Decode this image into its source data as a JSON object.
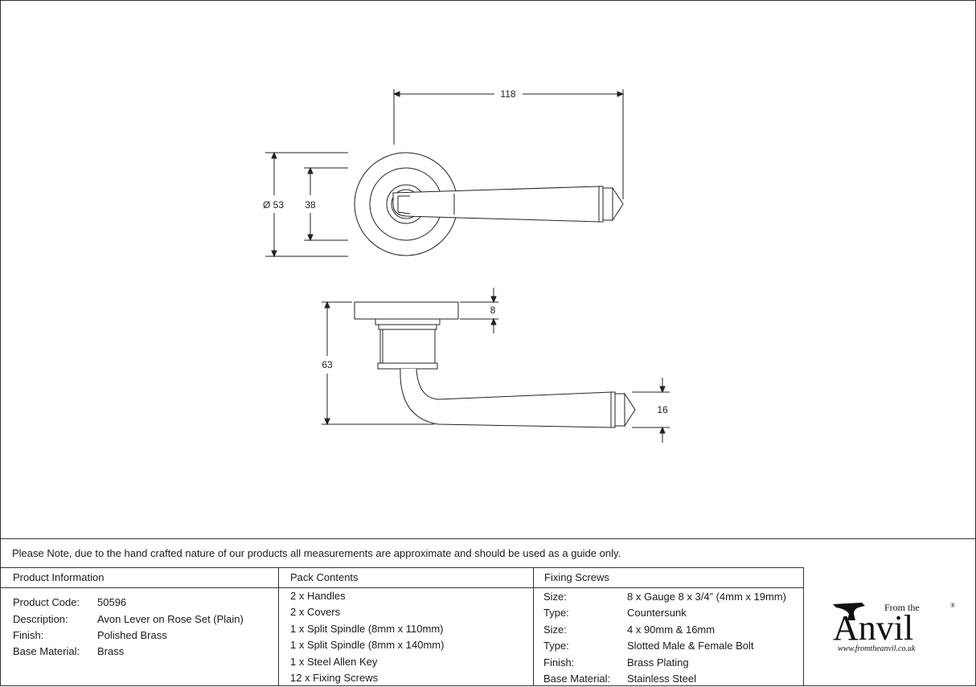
{
  "dimensions": {
    "width_total": "118",
    "rose_diameter": "Ø 53",
    "rose_inner": "38",
    "rose_thickness": "8",
    "projection": "63",
    "lever_thickness": "16"
  },
  "note": "Please Note, due to the hand crafted nature of our products all measurements are approximate and should be used as a guide only.",
  "product_information": {
    "title": "Product Information",
    "rows": [
      {
        "label": "Product Code:",
        "value": "50596"
      },
      {
        "label": "Description:",
        "value": "Avon Lever on Rose Set (Plain)"
      },
      {
        "label": "Finish:",
        "value": "Polished Brass"
      },
      {
        "label": "Base Material:",
        "value": "Brass"
      }
    ]
  },
  "pack_contents": {
    "title": "Pack Contents",
    "items": [
      "2 x Handles",
      "2 x Covers",
      "1 x Split Spindle (8mm x 110mm)",
      "1 x Split Spindle (8mm x 140mm)",
      "1 x Steel Allen Key",
      "12 x Fixing Screws"
    ]
  },
  "fixing_screws": {
    "title": "Fixing Screws",
    "rows": [
      {
        "label": "Size:",
        "value": "8 x Gauge 8 x 3/4” (4mm x 19mm)"
      },
      {
        "label": "Type:",
        "value": "Countersunk"
      },
      {
        "label": "Size:",
        "value": "4 x 90mm & 16mm"
      },
      {
        "label": "Type:",
        "value": "Slotted Male & Female Bolt"
      },
      {
        "label": "Finish:",
        "value": "Brass Plating"
      },
      {
        "label": "Base Material:",
        "value": "Stainless Steel"
      }
    ]
  },
  "logo": {
    "from_the": "From the",
    "brand": "Anvil",
    "registered": "®",
    "url": "www.fromtheanvil.co.uk"
  }
}
